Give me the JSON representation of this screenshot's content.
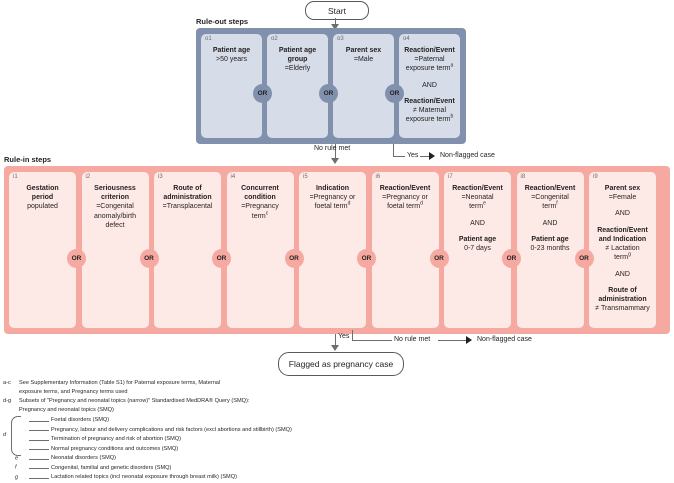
{
  "nodes": {
    "start": "Start",
    "flagged": "Flagged as pregnancy case"
  },
  "sections": {
    "ruleout_header": "Rule-out steps",
    "rulein_header": "Rule-in steps"
  },
  "connectors": {
    "or": "OR",
    "no_rule_met_top": "No rule met",
    "yes_top": "Yes",
    "nonflagged_top": "Non-flagged case",
    "yes_bottom": "Yes",
    "no_rule_met_bottom": "No rule met",
    "nonflagged_bottom": "Non-flagged case",
    "and": "AND"
  },
  "ruleout_steps": [
    {
      "id": "o1",
      "lines": [
        {
          "type": "bold",
          "text": "Patient age"
        },
        {
          "type": "normal",
          "text": ">50 years"
        }
      ]
    },
    {
      "id": "o2",
      "lines": [
        {
          "type": "bold",
          "text": "Patient age"
        },
        {
          "type": "bold",
          "text": "group"
        },
        {
          "type": "normal",
          "text": "=Elderly"
        }
      ]
    },
    {
      "id": "o3",
      "lines": [
        {
          "type": "bold",
          "text": "Parent sex"
        },
        {
          "type": "normal",
          "text": "=Male"
        }
      ]
    },
    {
      "id": "o4",
      "lines": [
        {
          "type": "bold",
          "text": "Reaction/Event"
        },
        {
          "type": "normal",
          "text": "=Paternal"
        },
        {
          "type": "normal",
          "text": "exposure term",
          "sup": "a"
        },
        {
          "type": "spacer"
        },
        {
          "type": "normal",
          "text": "AND"
        },
        {
          "type": "spacer"
        },
        {
          "type": "bold",
          "text": "Reaction/Event"
        },
        {
          "type": "normal",
          "text": "≠ Maternal"
        },
        {
          "type": "normal",
          "text": "exposure term",
          "sup": "b"
        }
      ]
    }
  ],
  "rulein_steps": [
    {
      "id": "i1",
      "lines": [
        {
          "type": "bold",
          "text": "Gestation"
        },
        {
          "type": "bold",
          "text": "period"
        },
        {
          "type": "normal",
          "text": "populated"
        }
      ]
    },
    {
      "id": "i2",
      "lines": [
        {
          "type": "bold",
          "text": "Seriousness"
        },
        {
          "type": "bold",
          "text": "criterion"
        },
        {
          "type": "normal",
          "text": "=Congenital"
        },
        {
          "type": "normal",
          "text": "anomaly/birth"
        },
        {
          "type": "normal",
          "text": "defect"
        }
      ]
    },
    {
      "id": "i3",
      "lines": [
        {
          "type": "bold",
          "text": "Route of"
        },
        {
          "type": "bold",
          "text": "administration"
        },
        {
          "type": "normal",
          "text": "=Transplacental"
        }
      ]
    },
    {
      "id": "i4",
      "lines": [
        {
          "type": "bold",
          "text": "Concurrent"
        },
        {
          "type": "bold",
          "text": "condition"
        },
        {
          "type": "normal",
          "text": "=Pregnancy"
        },
        {
          "type": "normal",
          "text": "term",
          "sup": "c"
        }
      ]
    },
    {
      "id": "i5",
      "lines": [
        {
          "type": "bold",
          "text": "Indication"
        },
        {
          "type": "normal",
          "text": "=Pregnancy or"
        },
        {
          "type": "normal",
          "text": "foetal term",
          "sup": "d"
        }
      ]
    },
    {
      "id": "i6",
      "lines": [
        {
          "type": "bold",
          "text": "Reaction/Event"
        },
        {
          "type": "normal",
          "text": "=Pregnancy or"
        },
        {
          "type": "normal",
          "text": "foetal term",
          "sup": "d"
        }
      ]
    },
    {
      "id": "i7",
      "lines": [
        {
          "type": "bold",
          "text": "Reaction/Event"
        },
        {
          "type": "normal",
          "text": "=Neonatal"
        },
        {
          "type": "normal",
          "text": "term",
          "sup": "e"
        },
        {
          "type": "spacer"
        },
        {
          "type": "normal",
          "text": "AND"
        },
        {
          "type": "spacer"
        },
        {
          "type": "bold",
          "text": "Patient age"
        },
        {
          "type": "normal",
          "text": "0-7 days"
        }
      ]
    },
    {
      "id": "i8",
      "lines": [
        {
          "type": "bold",
          "text": "Reaction/Event"
        },
        {
          "type": "normal",
          "text": "=Congenital"
        },
        {
          "type": "normal",
          "text": "term",
          "sup": "f"
        },
        {
          "type": "spacer"
        },
        {
          "type": "normal",
          "text": "AND"
        },
        {
          "type": "spacer"
        },
        {
          "type": "bold",
          "text": "Patient age"
        },
        {
          "type": "normal",
          "text": "0-23 months"
        }
      ]
    },
    {
      "id": "i9",
      "lines": [
        {
          "type": "bold",
          "text": "Parent sex"
        },
        {
          "type": "normal",
          "text": "=Female"
        },
        {
          "type": "spacer"
        },
        {
          "type": "normal",
          "text": "AND"
        },
        {
          "type": "spacer"
        },
        {
          "type": "bold",
          "text": "Reaction/Event"
        },
        {
          "type": "bold",
          "text": "and Indication"
        },
        {
          "type": "normal",
          "text": "≠ Lactation"
        },
        {
          "type": "normal",
          "text": "term",
          "sup": "g"
        },
        {
          "type": "spacer"
        },
        {
          "type": "normal",
          "text": "AND"
        },
        {
          "type": "spacer"
        },
        {
          "type": "bold",
          "text": "Route of"
        },
        {
          "type": "bold",
          "text": "administration"
        },
        {
          "type": "normal",
          "text": "≠ Transmammary"
        }
      ]
    }
  ],
  "footnotes": {
    "ac_key": "a-c",
    "ac_line1": "See Supplementary Information (Table S1) for Paternal exposure terms, Maternal",
    "ac_line2": "exposure terms, and Pregnancy terms used",
    "dg_key": "d-g",
    "dg_line1": "Subsets of \"Pregnancy and neonatal topics (narrow)\" Standardised MedDRA® Query (SMQ):",
    "dg_line2": "Pregnancy and neonatal topics (SMQ)",
    "smq_items": [
      {
        "label": "",
        "text": "Foetal disorders (SMQ)"
      },
      {
        "label": "",
        "text": "Pregnancy, labour and delivery complications and risk factors (excl abortions and stillbirth) (SMQ)"
      },
      {
        "label": "",
        "text": "Termination of pregnancy and risk of abortion (SMQ)"
      },
      {
        "label": "",
        "text": "Normal pregnancy conditions and outcomes (SMQ)"
      },
      {
        "label": "e",
        "text": "Neonatal disorders (SMQ)"
      },
      {
        "label": "f",
        "text": "Congenital, familial and genetic disorders (SMQ)"
      },
      {
        "label": "g",
        "text": "Lactation related topics (incl neonatal exposure through breast milk) (SMQ)"
      }
    ],
    "brace_label": "d"
  },
  "colors": {
    "ruleout_panel": "#8191ad",
    "ruleout_box": "#d6dce8",
    "rulein_panel": "#f5a9a1",
    "rulein_box": "#fdeae7",
    "line": "#6d6e71",
    "text": "#231f20"
  }
}
